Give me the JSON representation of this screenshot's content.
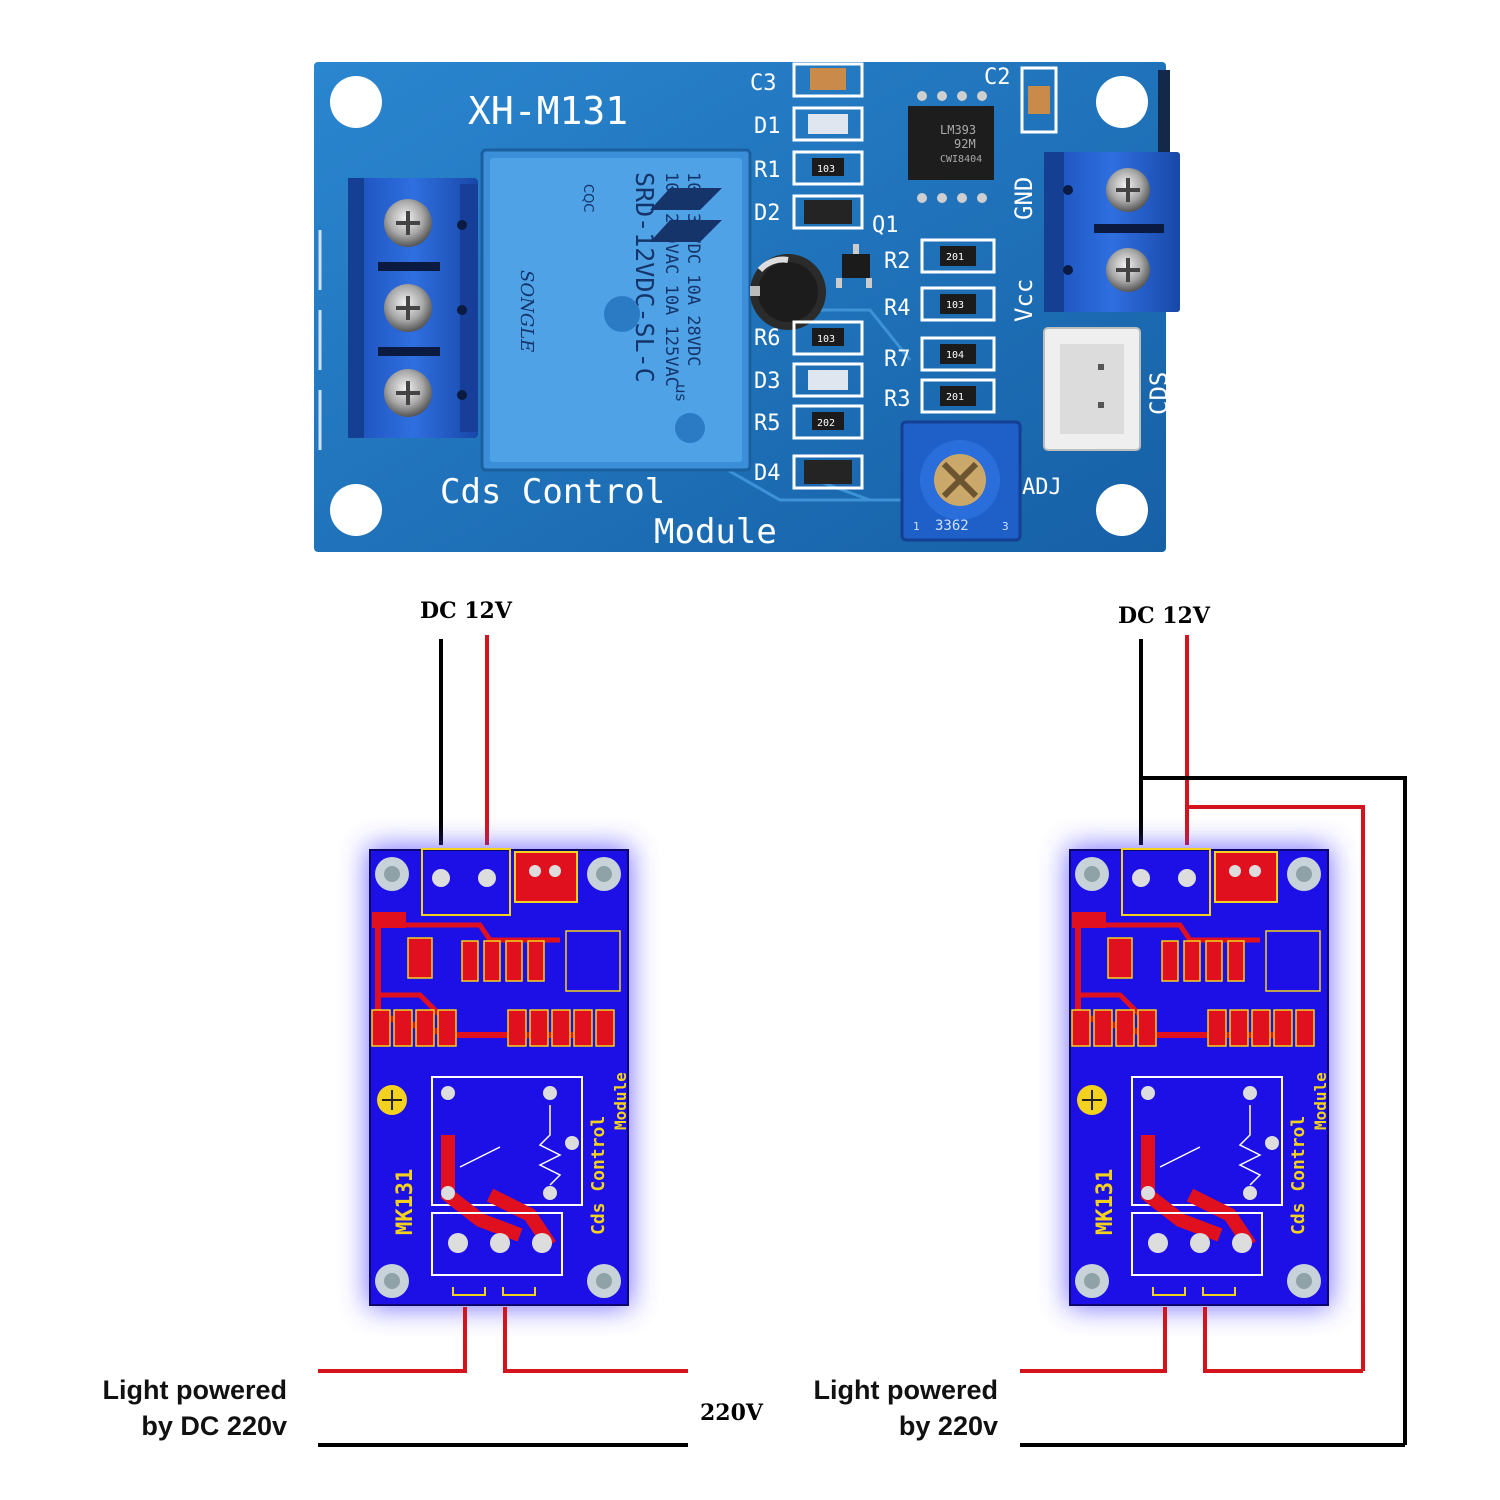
{
  "top_board": {
    "model": "XH-M131",
    "title_line1": "Cds Control",
    "title_line2": "Module",
    "component_labels": [
      "C3",
      "D1",
      "R1",
      "D2",
      "Q1",
      "R2",
      "R4",
      "R6",
      "R7",
      "D3",
      "R3",
      "R5",
      "D4",
      "C2",
      "GND",
      "Vcc",
      "CDS",
      "ADJ"
    ],
    "relay_text": {
      "brand": "SONGLE",
      "model": "SRD-12VDC-SL-C",
      "rating1": "10A 250VAC  10A 125VAC",
      "rating2": "10A  30VDC  10A  28VDC",
      "cqc": "CQC",
      "us": "us"
    },
    "chip_text": [
      "LM393",
      "92M",
      "CWI8404"
    ],
    "smd_codes": [
      "103",
      "103",
      "201",
      "103",
      "104",
      "201",
      "202"
    ],
    "pot_text": "3362",
    "pot_pins": [
      "1",
      "3"
    ]
  },
  "diagram_left": {
    "supply_label": "DC 12V",
    "load_label_line1": "Light powered",
    "load_label_line2": "by DC 220v",
    "mains_label": "220V",
    "pcb_text": [
      "MK131",
      "Cds Control",
      "Module"
    ]
  },
  "diagram_right": {
    "supply_label": "DC 12V",
    "load_label_line1": "Light powered",
    "load_label_line2": "by 220v",
    "pcb_text": [
      "MK131",
      "Cds Control",
      "Module"
    ]
  },
  "colors": {
    "pcb_blue": "#1a6fb5",
    "diagram_pcb_blue": "#1c10e6",
    "trace_red": "#e0101e",
    "wire_red": "#d4141c",
    "wire_black": "#000000",
    "terminal_blue": "#1f5fd0",
    "silkscreen_yellow": "#f2d21f"
  }
}
